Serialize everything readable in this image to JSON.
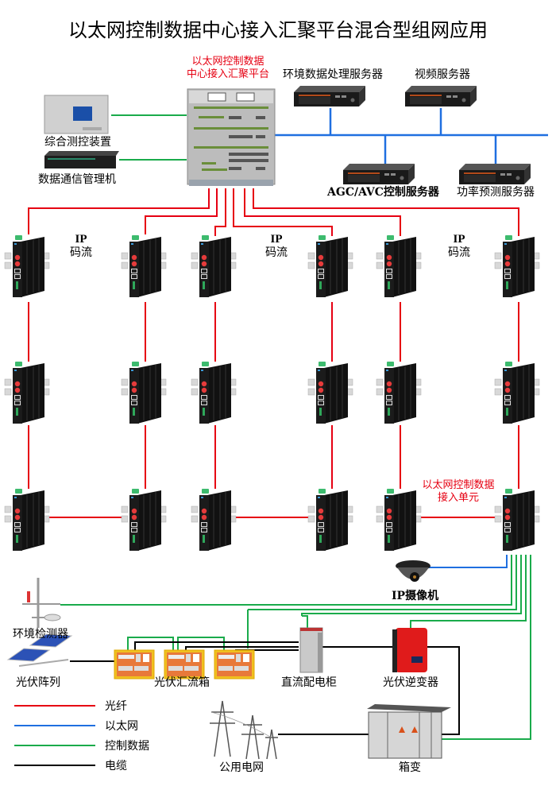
{
  "title": "以太网控制数据中心接入汇聚平台混合型组网应用",
  "colors": {
    "fiber": "#e60012",
    "ethernet": "#1f6fe0",
    "control": "#1aab4b",
    "cable": "#000000"
  },
  "platform": {
    "label_line1": "以太网控制数据",
    "label_line2": "中心接入汇聚平台"
  },
  "left_devices": [
    {
      "label": "综合测控装置"
    },
    {
      "label": "数据通信管理机"
    }
  ],
  "servers": [
    {
      "label": "环境数据处理服务器"
    },
    {
      "label": "视频服务器"
    },
    {
      "label": "AGC/AVC控制服务器"
    },
    {
      "label": "功率预测服务器"
    }
  ],
  "ip_stream_labels": [
    {
      "line1": "IP",
      "line2": "码流"
    },
    {
      "line1": "IP",
      "line2": "码流"
    },
    {
      "line1": "IP",
      "line2": "码流"
    }
  ],
  "access_unit": {
    "label_line1": "以太网控制数据",
    "label_line2": "接入单元"
  },
  "field_devices": {
    "camera": "IP摄像机",
    "env_detector": "环境检测器",
    "pv_array": "光伏阵列",
    "combiner_box": "光伏汇流箱",
    "dc_cabinet": "直流配电柜",
    "inverter": "光伏逆变器",
    "public_grid": "公用电网",
    "box_transformer": "箱变"
  },
  "legend": [
    {
      "label": "光纤",
      "type": "fiber"
    },
    {
      "label": "以太网",
      "type": "ethernet"
    },
    {
      "label": "控制数据",
      "type": "control"
    },
    {
      "label": "电缆",
      "type": "cable"
    }
  ]
}
